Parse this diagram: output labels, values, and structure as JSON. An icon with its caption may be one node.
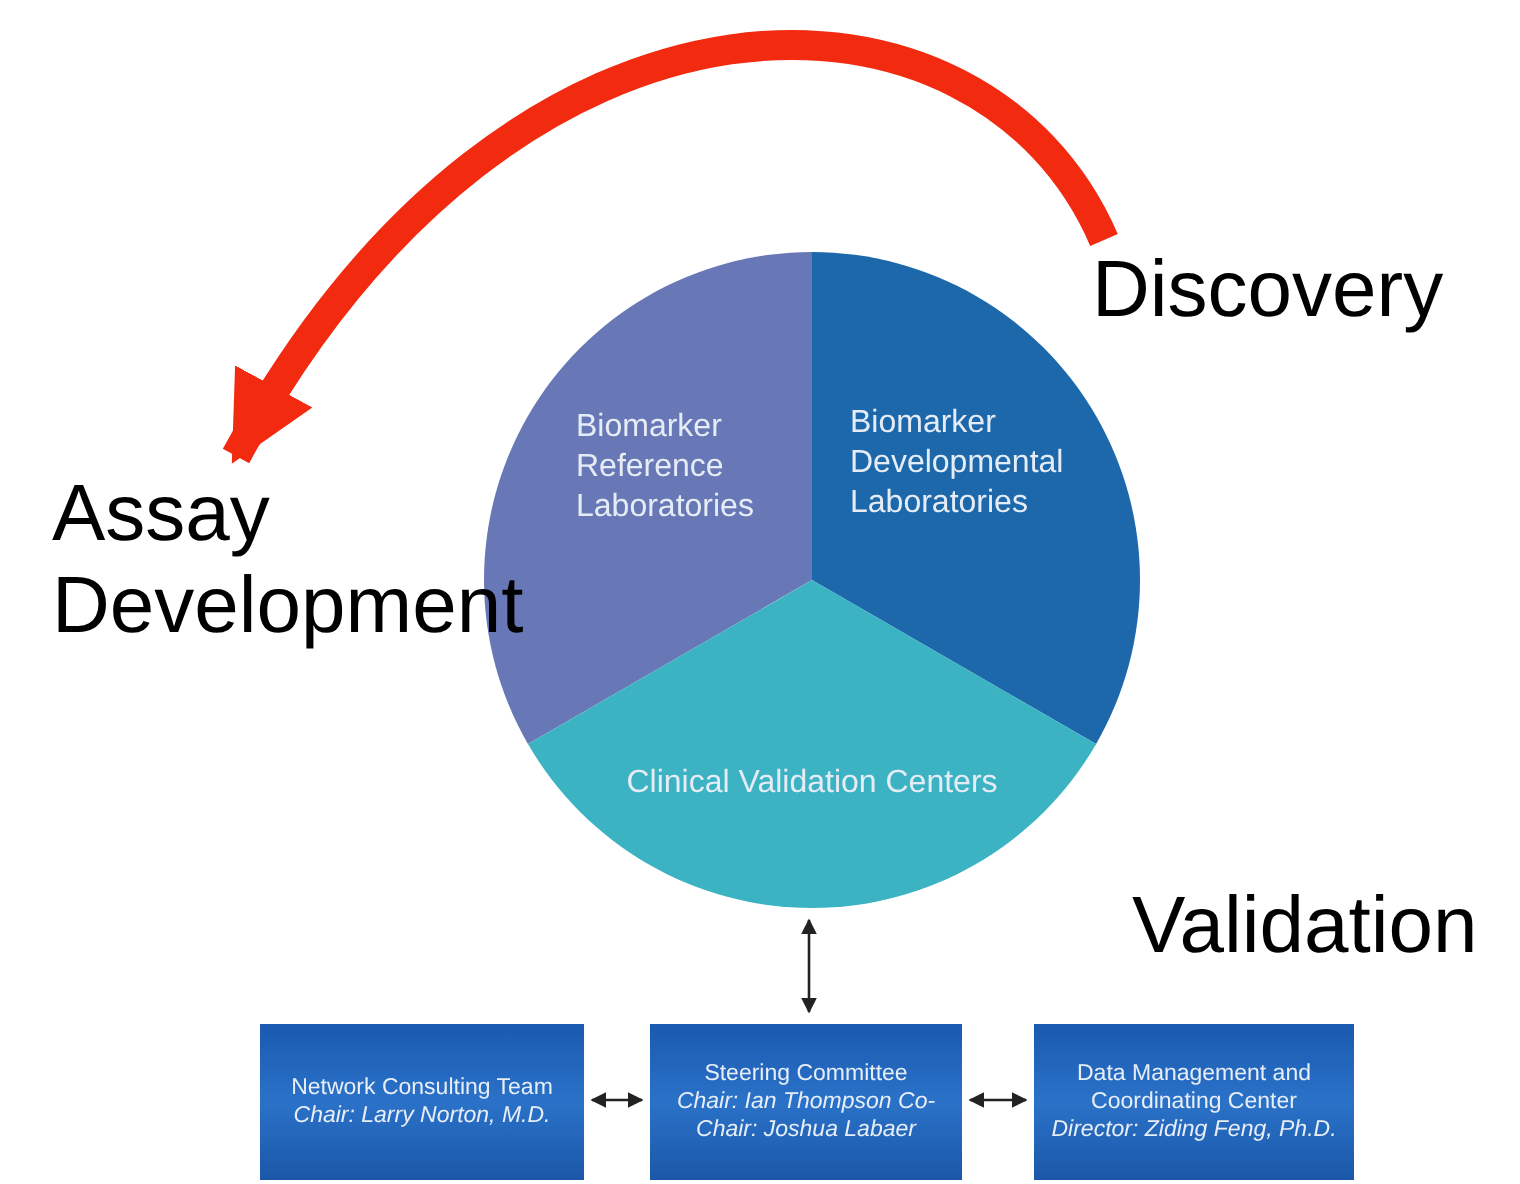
{
  "diagram": {
    "nodes": [
      {
        "text": [],
        "shape": "circle"
      },
      {
        "text": [
          "Biomarker Reference Laboratories"
        ],
        "in": 0
      },
      {
        "text": [
          "Biomarker Developmental Laboratories"
        ],
        "in": 0
      },
      {
        "text": [
          "Clinical Validation Centers"
        ],
        "in": 0
      },
      {
        "text": [
          "Network Consulting Team",
          "Chair: Larry Norton, M.D."
        ]
      },
      {
        "text": [
          "Steering Committee",
          "Chair: Ian Thompson Co-Chair: Joshua Labaer"
        ]
      },
      {
        "text": [
          "Data Management and Coordinating Center",
          "Director: Ziding Feng, Ph.D."
        ]
      },
      {
        "text": [
          "Discovery"
        ]
      },
      {
        "text": [
          "Assay Development"
        ]
      }
    ],
    "edges": [
      {
        "from": 7,
        "to": 8,
        "arrow": "to",
        "style": "thick",
        "color": "#f22a10"
      },
      {
        "from": 0,
        "to": 5,
        "arrow": "both"
      },
      {
        "from": 4,
        "to": 5,
        "arrow": "both"
      },
      {
        "from": 5,
        "to": 6,
        "arrow": "both"
      }
    ],
    "labels": [
      "Validation"
    ]
  }
}
